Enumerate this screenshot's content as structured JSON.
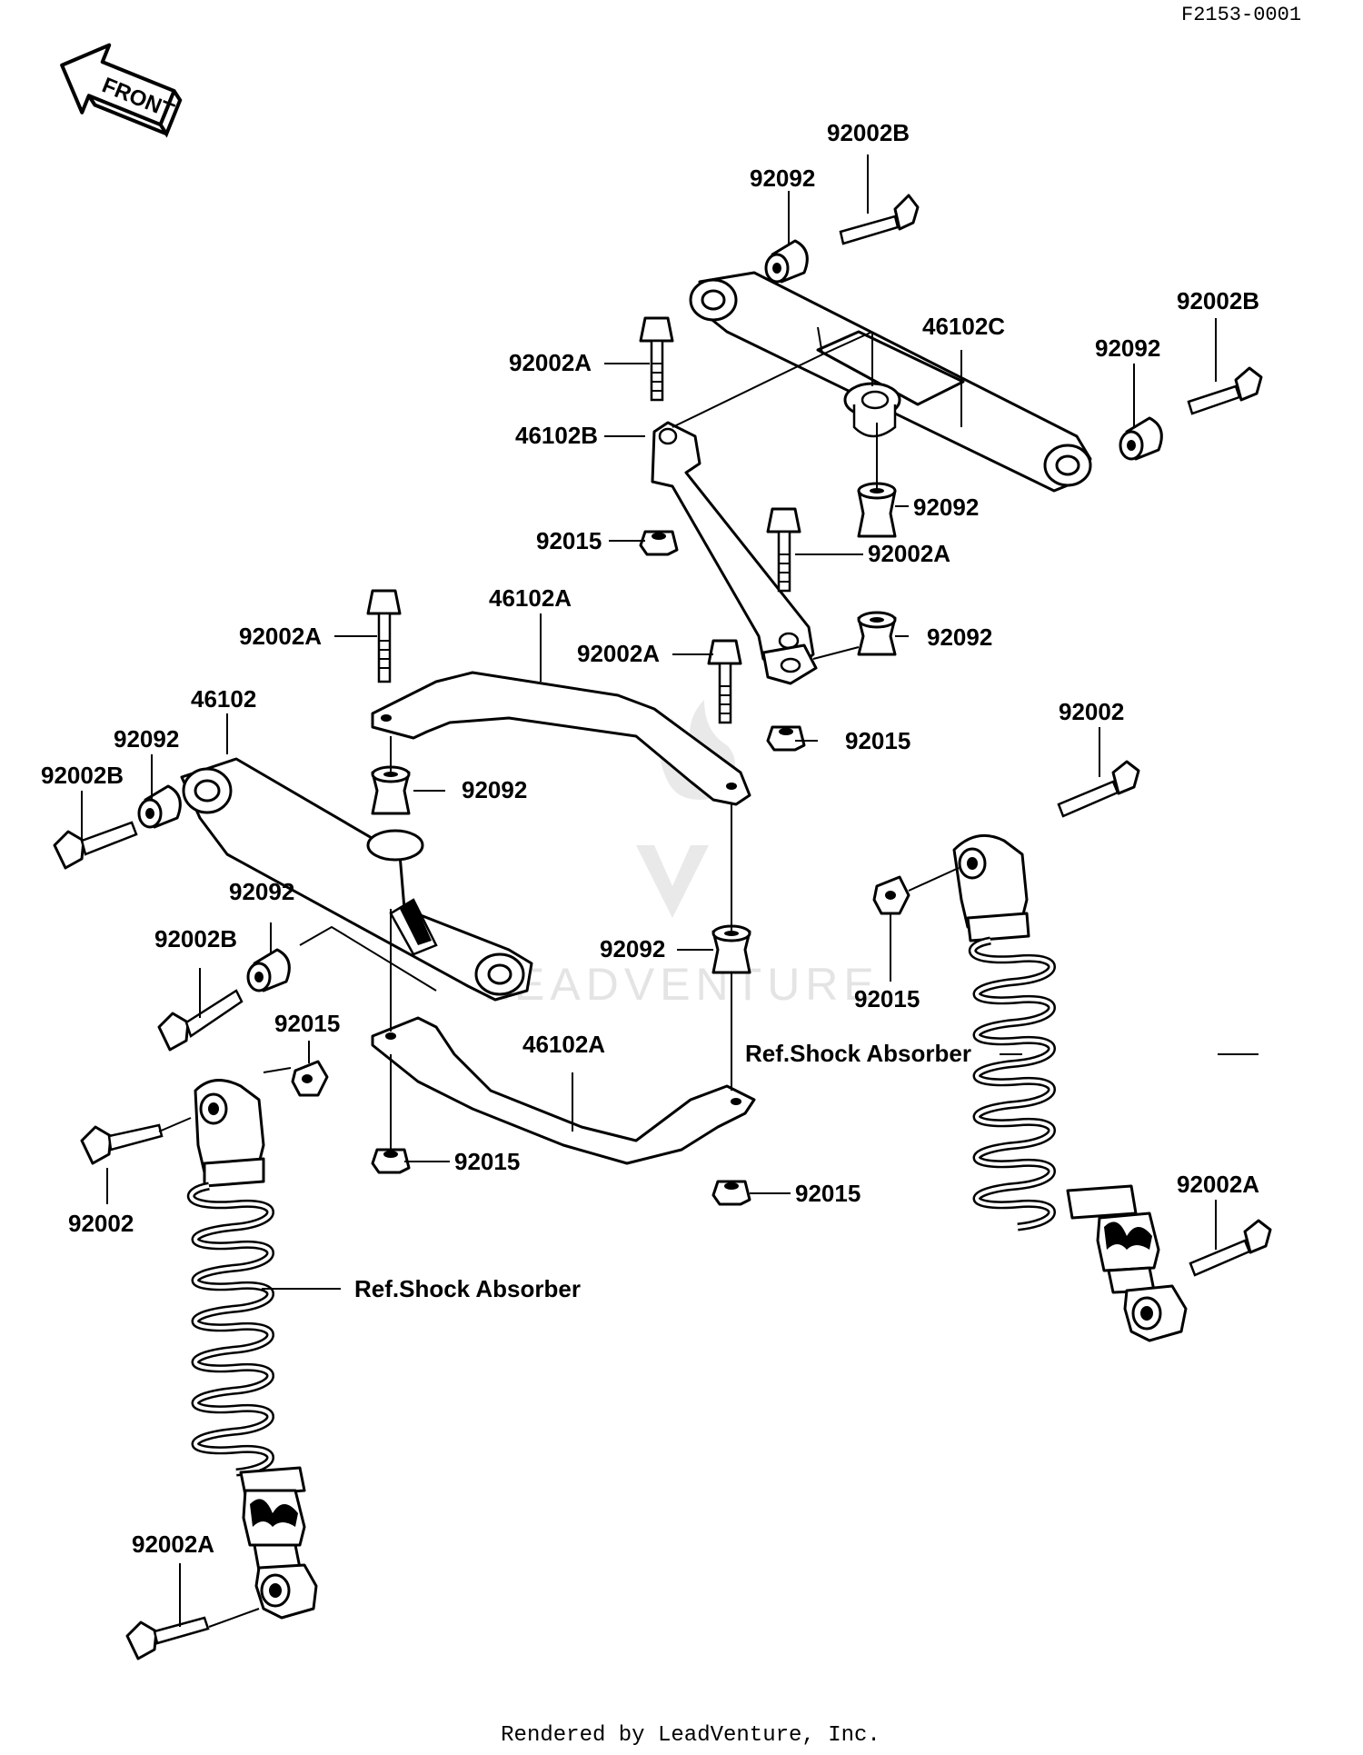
{
  "diagram_code": "F2153-0001",
  "front_arrow_label": "FRONT",
  "footer": "Rendered by LeadVenture, Inc.",
  "watermark": "LEADVENTURE",
  "labels": {
    "bolt_92002B_top": "92002B",
    "collar_92092_top": "92092",
    "bolt_92002B_right": "92002B",
    "arm_46102C": "46102C",
    "collar_92092_right": "92092",
    "bolt_92002A_upper": "92002A",
    "link_46102B": "46102B",
    "collar_92092_under_c": "92092",
    "nut_92015_upper": "92015",
    "bolt_92002A_mid_right": "92002A",
    "bracket_46102A_upper": "46102A",
    "bolt_92002A_left": "92002A",
    "bolt_92002A_mid": "92002A",
    "collar_92092_mid_right": "92092",
    "arm_46102": "46102",
    "nut_92015_mid_right": "92015",
    "bolt_92002_right": "92002",
    "collar_92092_left": "92092",
    "bolt_92002B_left": "92002B",
    "collar_92092_center": "92092",
    "collar_92092_lower_left": "92092",
    "bolt_92002B_lower_left": "92002B",
    "collar_92092_bracket_right": "92092",
    "nut_92015_shock_right": "92015",
    "nut_92015_shock_left": "92015",
    "bracket_46102A_lower": "46102A",
    "ref_shock_right": "Ref.Shock Absorber",
    "bolt_92002_left": "92002",
    "nut_92015_lower_center": "92015",
    "nut_92015_lower_right": "92015",
    "bolt_92002A_shock_right": "92002A",
    "ref_shock_left": "Ref.Shock Absorber",
    "bolt_92002A_shock_left": "92002A"
  }
}
